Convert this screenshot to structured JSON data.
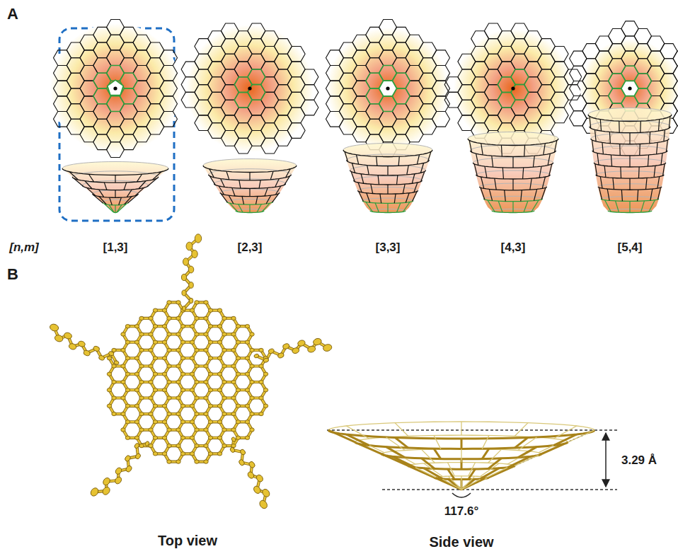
{
  "diagram": {
    "labels": [
      "A",
      "[n,m]",
      "[1,3]",
      "[2,3]",
      "[3,3]",
      "[4,3]",
      "[5,4]",
      "B",
      "3.29 Å",
      "117.6°",
      "Top view",
      "Side view"
    ]
  }
}
